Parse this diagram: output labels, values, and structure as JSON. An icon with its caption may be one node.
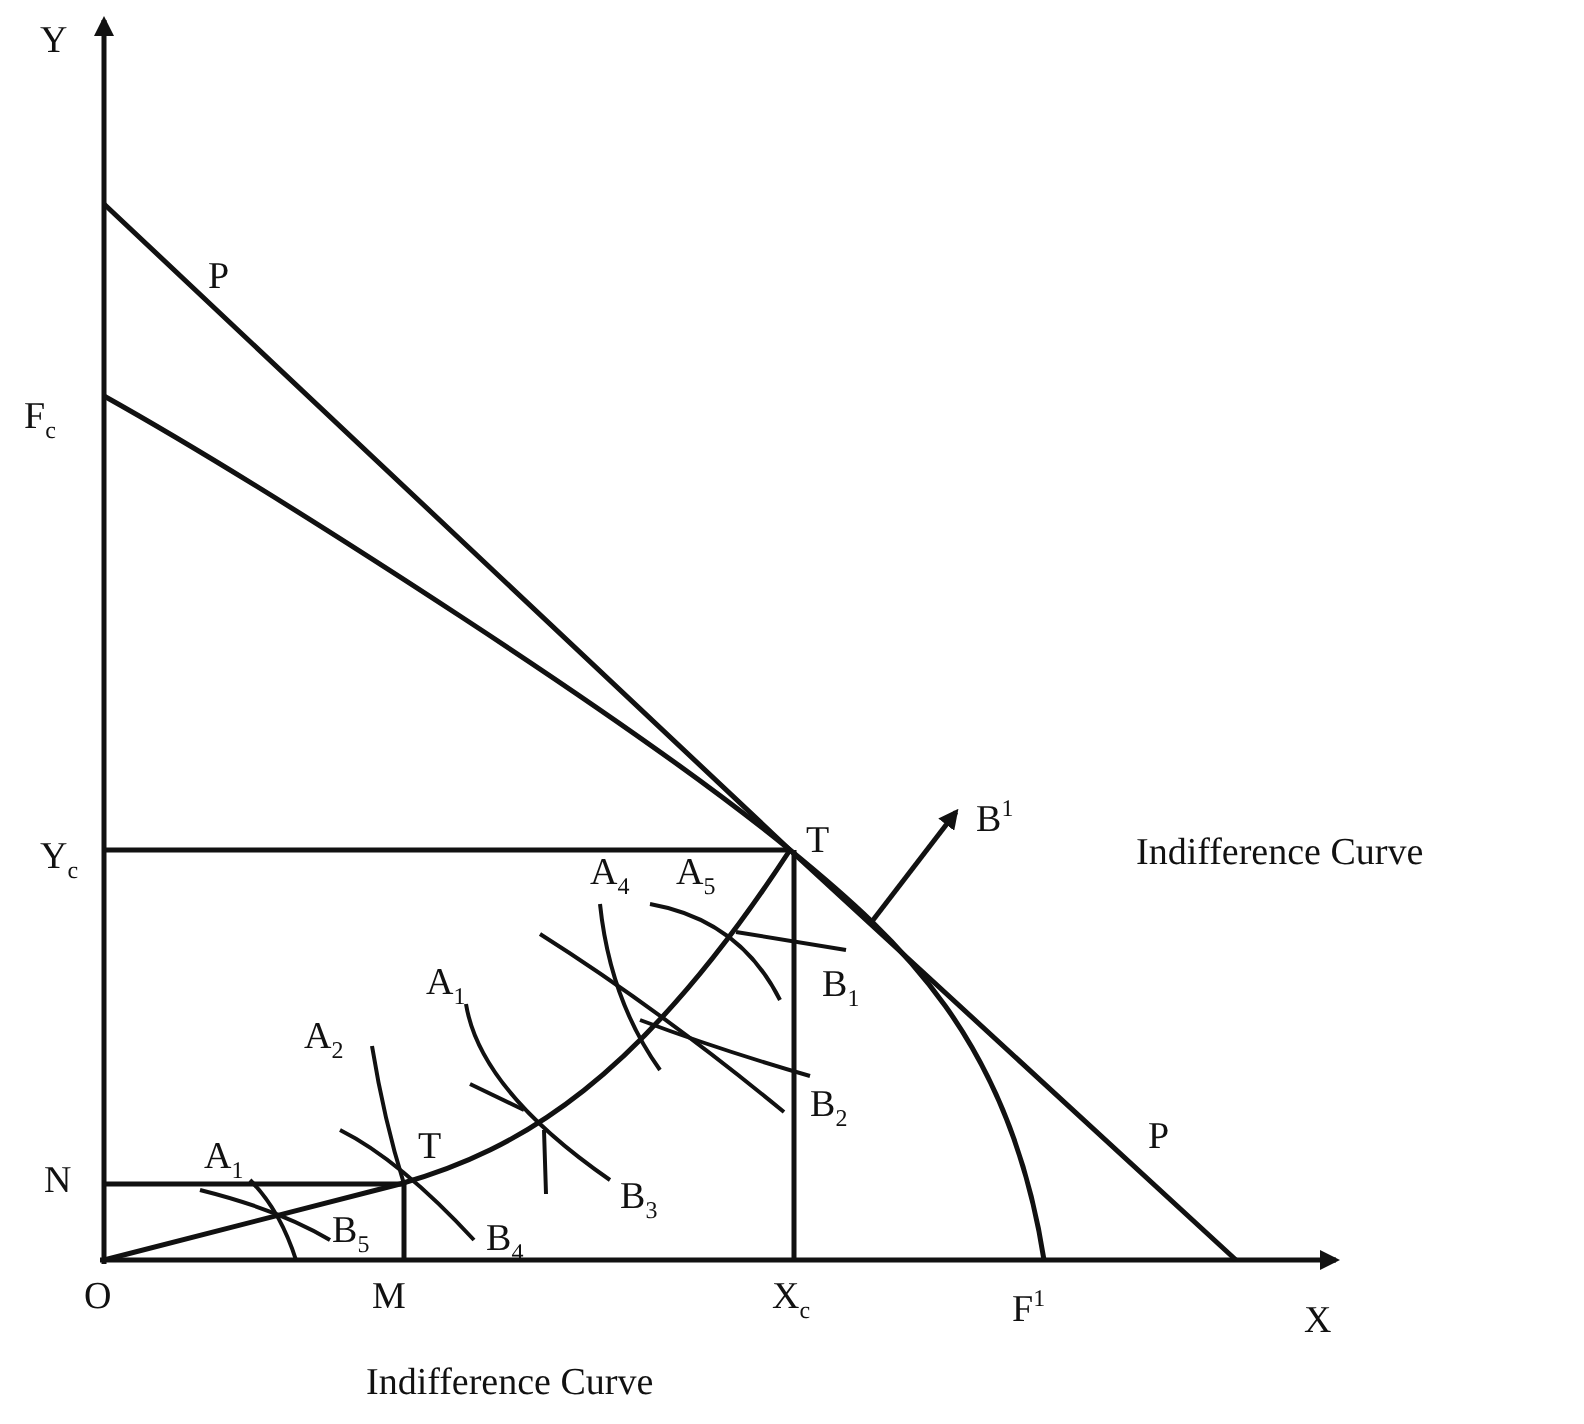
{
  "diagram": {
    "labels": [
      "Y",
      "P",
      "F$_{c}$",
      "B$^{1}$",
      "Y$_{c}$",
      "T",
      "Indifference Curve",
      "A$_{4}$",
      "A$_{5}$",
      "A$_{1}$",
      "B$_{1}$",
      "A$_{2}$",
      "B$_{2}$",
      "N",
      "A$_{1}$",
      "T",
      "B$_{3}$",
      "B$_{5}$",
      "B$_{4}$",
      "P",
      "O",
      "M",
      "X$_{c}$",
      "F$^{1}$",
      "X",
      "Indifference Curve"
    ]
  }
}
